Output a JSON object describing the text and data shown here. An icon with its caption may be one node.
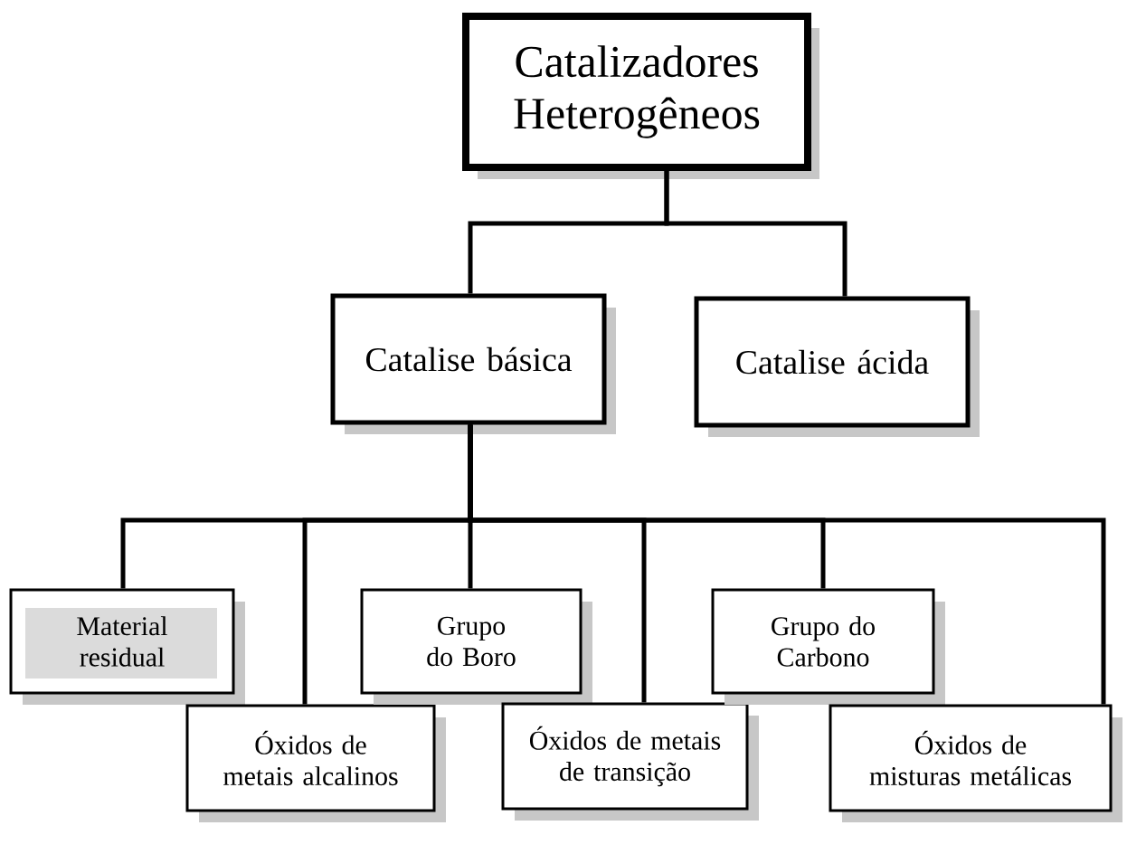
{
  "diagram": {
    "nodes": [
      {
        "text": [
          "Catalizadores Heterogêneos"
        ]
      },
      {
        "text": [
          "Catalise básica"
        ]
      },
      {
        "text": [
          "Catalise ácida"
        ]
      },
      {
        "text": [
          "Material residual"
        ]
      },
      {
        "text": [
          "Óxidos de metais alcalinos"
        ]
      },
      {
        "text": [
          "Grupo do Boro"
        ]
      },
      {
        "text": [
          "Óxidos de metais de transição"
        ]
      },
      {
        "text": [
          "Grupo do Carbono"
        ]
      },
      {
        "text": [
          "Óxidos de misturas metálicas"
        ]
      }
    ],
    "edges": [
      {
        "from": 0,
        "to": 1,
        "arrow": "none"
      },
      {
        "from": 0,
        "to": 2,
        "arrow": "none"
      },
      {
        "from": 1,
        "to": 3,
        "arrow": "none"
      },
      {
        "from": 1,
        "to": 4,
        "arrow": "none"
      },
      {
        "from": 1,
        "to": 5,
        "arrow": "none"
      },
      {
        "from": 1,
        "to": 6,
        "arrow": "none"
      },
      {
        "from": 1,
        "to": 7,
        "arrow": "none"
      },
      {
        "from": 1,
        "to": 8,
        "arrow": "none"
      }
    ]
  }
}
